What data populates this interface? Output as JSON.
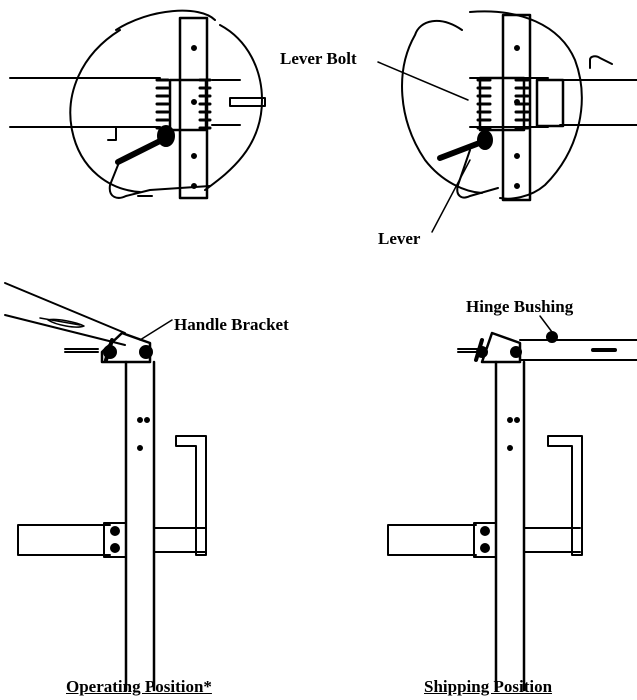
{
  "labels": {
    "lever_bolt": "Lever Bolt",
    "lever": "Lever",
    "handle_bracket": "Handle Bracket",
    "hinge_bushing": "Hinge Bushing"
  },
  "captions": {
    "operating": "Operating Position*",
    "shipping": "Shipping Position"
  },
  "colors": {
    "ink": "#000000",
    "paper": "#ffffff"
  }
}
